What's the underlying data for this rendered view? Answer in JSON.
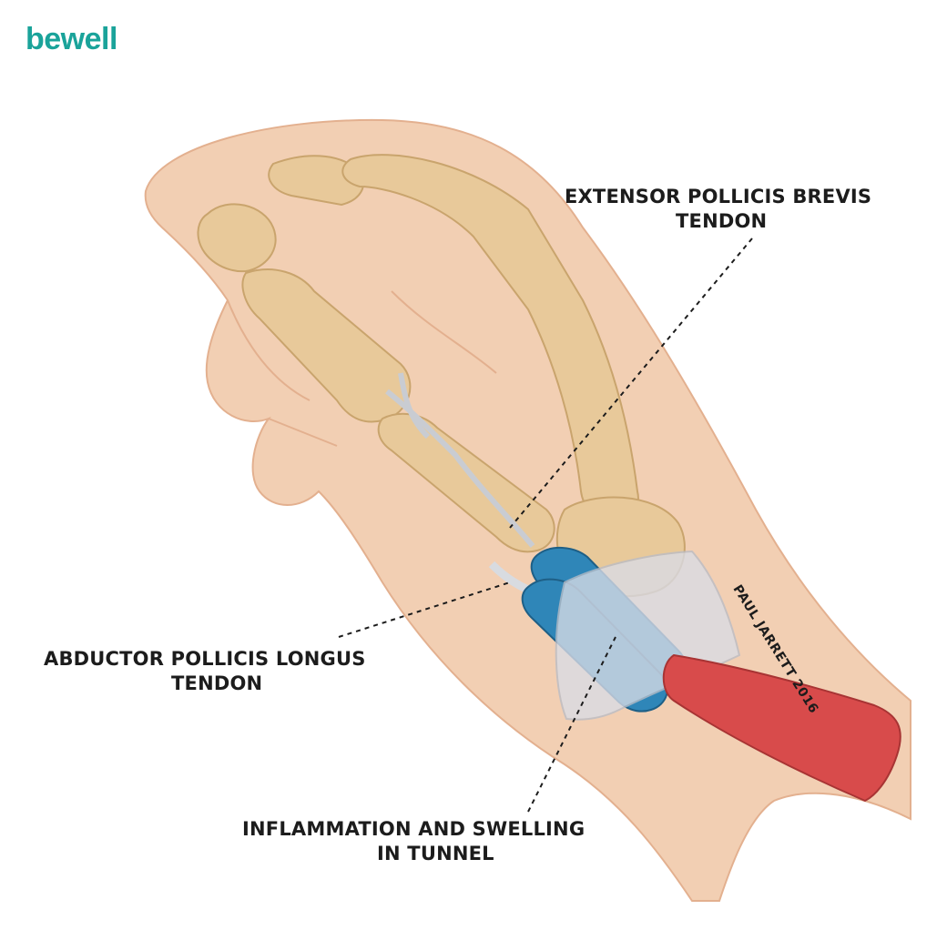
{
  "brand": {
    "text": "bewell",
    "color": "#1aa39a"
  },
  "labels": {
    "extensor": {
      "line1": "EXTENSOR POLLICIS BREVIS",
      "line2": "TENDON"
    },
    "abductor": {
      "line1": "ABDUCTOR POLLICIS LONGUS",
      "line2": "TENDON"
    },
    "inflammation": {
      "line1": "INFLAMMATION AND SWELLING",
      "line2": "IN TUNNEL"
    }
  },
  "credit": "PAUL JARRETT 2016",
  "colors": {
    "skin": "#f2cfb3",
    "skin_shadow": "#e3b08f",
    "bone": "#e8c99a",
    "bone_shadow": "#c9a46d",
    "tendon_sheath": "#2f86b8",
    "muscle": "#d84b4b",
    "retinaculum": "#d9dce6"
  }
}
